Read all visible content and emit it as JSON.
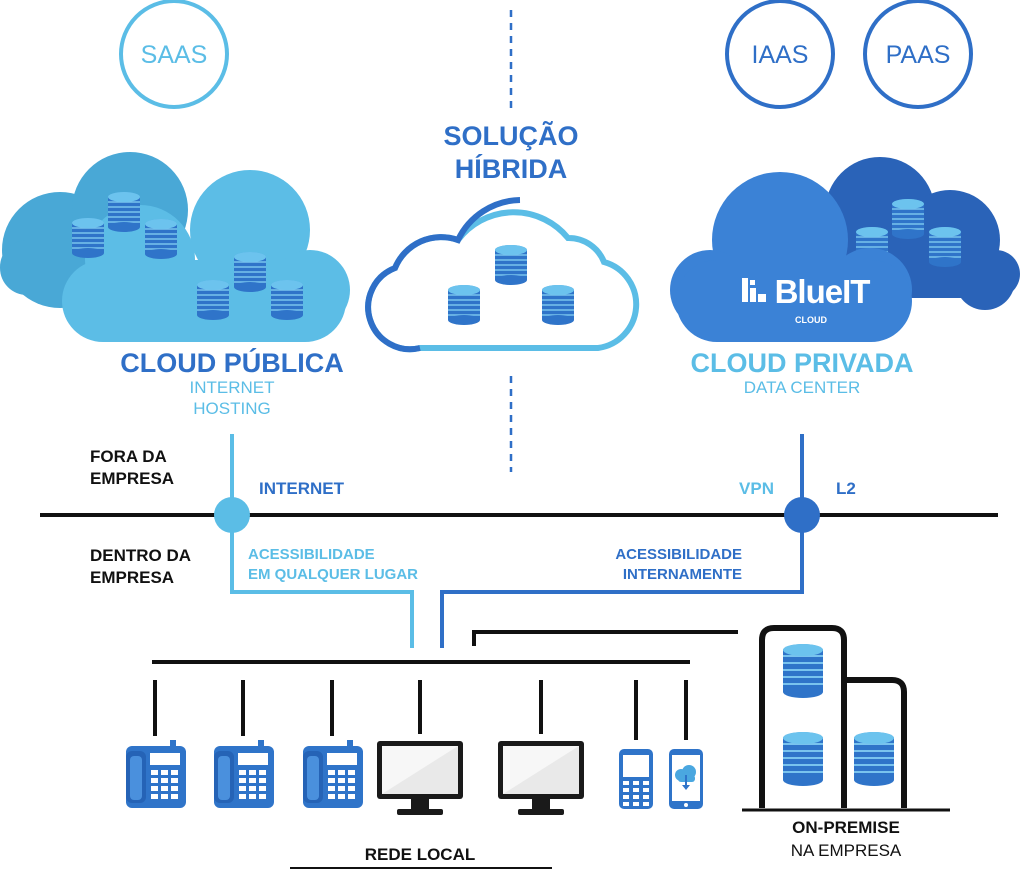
{
  "top_left": {
    "model": "SAAS"
  },
  "top_right": {
    "models": [
      "IAAS",
      "PAAS"
    ]
  },
  "hybrid": {
    "line1": "SOLUÇÃO",
    "line2": "HÍBRIDA"
  },
  "public_cloud": {
    "title": "CLOUD PÚBLICA",
    "sub1": "INTERNET",
    "sub2": "HOSTING"
  },
  "private_cloud": {
    "title": "CLOUD PRIVADA",
    "sub1": "DATA CENTER",
    "brand": "BlueIT",
    "brand_sub": "CLOUD"
  },
  "zones": {
    "outside_1": "FORA DA",
    "outside_2": "EMPRESA",
    "inside_1": "DENTRO DA",
    "inside_2": "EMPRESA"
  },
  "links": {
    "internet": "INTERNET",
    "vpn": "VPN",
    "l2": "L2",
    "anywhere_1": "ACESSIBILIDADE",
    "anywhere_2": "EM QUALQUER LUGAR",
    "internal_1": "ACESSIBILIDADE",
    "internal_2": "INTERNAMENTE"
  },
  "local_network": {
    "label": "REDE LOCAL"
  },
  "on_premise": {
    "line1": "ON-PREMISE",
    "line2": "NA EMPRESA"
  },
  "colors": {
    "light_blue": "#5bbde6",
    "mid_blue": "#3b82d6",
    "dark_blue": "#2a63b8",
    "text_blue": "#2f6fc7",
    "black": "#111111"
  }
}
